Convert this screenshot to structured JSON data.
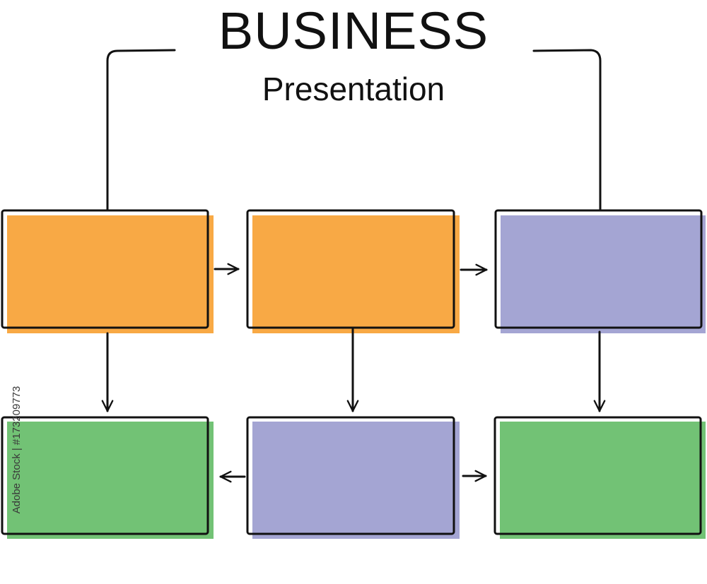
{
  "header": {
    "title": "BUSINESS",
    "subtitle": "Presentation"
  },
  "watermark": {
    "text": "Adobe Stock | #173209773"
  },
  "colors": {
    "orange": "#f8a945",
    "purple": "#a4a5d3",
    "green": "#72c275",
    "outline": "#111111"
  },
  "boxes": [
    {
      "id": "box-top-left",
      "fill": "orange"
    },
    {
      "id": "box-top-middle",
      "fill": "orange"
    },
    {
      "id": "box-top-right",
      "fill": "purple"
    },
    {
      "id": "box-bottom-left",
      "fill": "green"
    },
    {
      "id": "box-bottom-middle",
      "fill": "purple"
    },
    {
      "id": "box-bottom-right",
      "fill": "green"
    }
  ],
  "connections": [
    {
      "from": "title",
      "to": "box-top-left"
    },
    {
      "from": "title",
      "to": "box-top-right"
    },
    {
      "from": "box-top-left",
      "to": "box-top-middle"
    },
    {
      "from": "box-top-middle",
      "to": "box-top-right"
    },
    {
      "from": "box-top-left",
      "to": "box-bottom-left"
    },
    {
      "from": "box-top-middle",
      "to": "box-bottom-middle"
    },
    {
      "from": "box-top-right",
      "to": "box-bottom-right"
    },
    {
      "from": "box-bottom-middle",
      "to": "box-bottom-left"
    },
    {
      "from": "box-bottom-middle",
      "to": "box-bottom-right"
    }
  ]
}
